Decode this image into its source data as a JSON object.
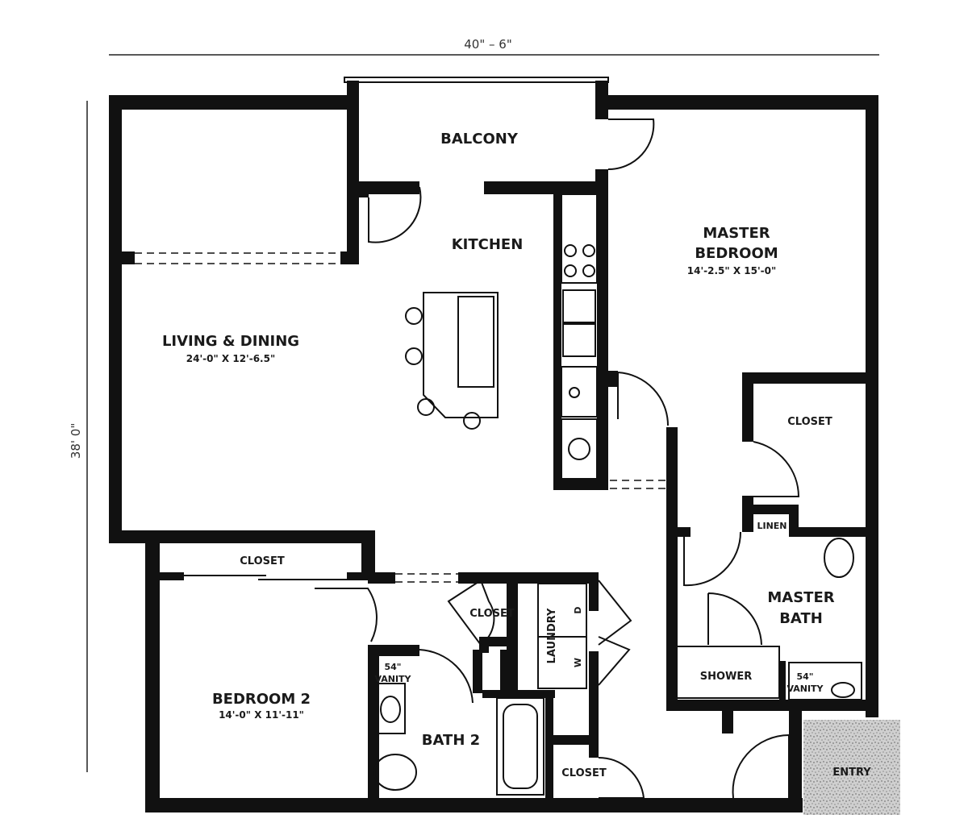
{
  "overall": {
    "width_label": "40\" – 6\"",
    "height_label": "38' 0\""
  },
  "rooms": {
    "balcony": {
      "name": "BALCONY"
    },
    "kitchen": {
      "name": "KITCHEN"
    },
    "living": {
      "name": "LIVING & DINING",
      "size": "24'-0\" X 12'-6.5\""
    },
    "master_bedroom": {
      "name_line1": "MASTER",
      "name_line2": "BEDROOM",
      "size": "14'-2.5\" X 15'-0\""
    },
    "closet_master": {
      "name": "CLOSET"
    },
    "linen": {
      "name": "LINEN"
    },
    "master_bath": {
      "name_line1": "MASTER",
      "name_line2": "BATH"
    },
    "shower": {
      "name": "SHOWER"
    },
    "vanity_master": {
      "line1": "54\"",
      "line2": "VANITY"
    },
    "closet_bed2": {
      "name": "CLOSET"
    },
    "bedroom2": {
      "name": "BEDROOM 2",
      "size": "14'-0\" X 11'-11\""
    },
    "closet_hall": {
      "name": "CLOSET"
    },
    "laundry": {
      "name": "LAUNDRY",
      "dryer": "D",
      "washer": "W"
    },
    "vanity_bath2": {
      "line1": "54\"",
      "line2": "VANITY"
    },
    "bath2": {
      "name": "BATH 2"
    },
    "closet_entry": {
      "name": "CLOSET"
    },
    "entry": {
      "name": "ENTRY"
    }
  },
  "colors": {
    "wall": "#111111",
    "entry_fill": "#b9b9b9"
  }
}
